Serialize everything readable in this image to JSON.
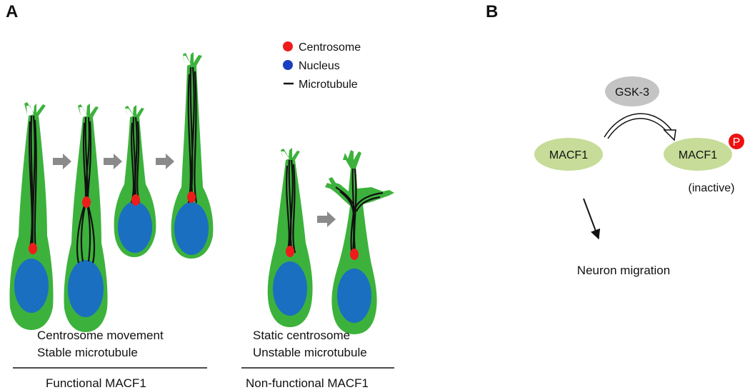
{
  "panels": {
    "a": "A",
    "b": "B"
  },
  "legend": {
    "centrosome": "Centrosome",
    "nucleus": "Nucleus",
    "microtubule": "Microtubule"
  },
  "captions": {
    "functional_line1": "Centrosome movement",
    "functional_line2": "Stable microtubule",
    "functional_group": "Functional MACF1",
    "nonfunctional_line1": "Static centrosome",
    "nonfunctional_line2": "Unstable microtubule",
    "nonfunctional_group": "Non-functional MACF1"
  },
  "pathway": {
    "kinase": "GSK-3",
    "substrate": "MACF1",
    "product": "MACF1",
    "product_state": "(inactive)",
    "phospho": "P",
    "outcome": "Neuron migration"
  },
  "colors": {
    "cell_body": "#3cb23c",
    "nucleus": "#1a6fc0",
    "centrosome": "#ee1c1c",
    "microtubule": "#111111",
    "step_arrow": "#8a8a8a",
    "gsk_fill": "#c4c4c4",
    "macf1_fill": "#c6dc98",
    "phospho_fill": "#ee1111"
  }
}
